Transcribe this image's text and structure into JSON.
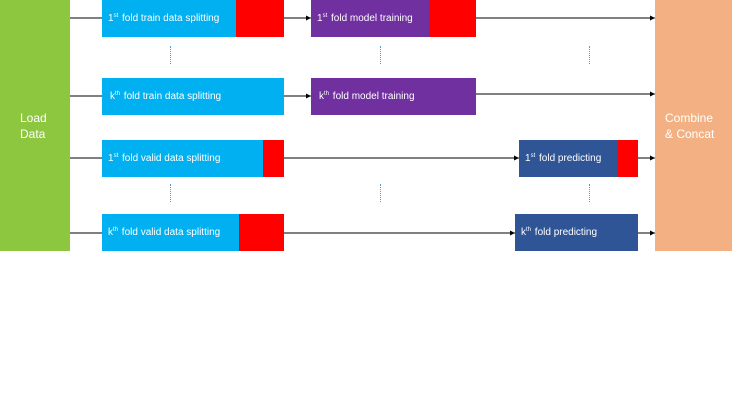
{
  "colors": {
    "load": "#8dc63f",
    "combine": "#f3b083",
    "split": "#00b0f0",
    "train": "#7030a0",
    "predict": "#2f5597",
    "tail": "#ff0000",
    "line": "#000000"
  },
  "load_block": {
    "label": "Load\nData"
  },
  "combine_block": {
    "label": "Combine\n& Concat"
  },
  "train_split": {
    "first": {
      "index": "1",
      "ord": "st",
      "text": " fold train data splitting"
    },
    "last": {
      "index": "k",
      "ord": "th",
      "text": " fold train data splitting"
    }
  },
  "model_training": {
    "first": {
      "index": "1",
      "ord": "st",
      "text": " fold model training"
    },
    "last": {
      "index": "k",
      "ord": "th",
      "text": " fold model training"
    }
  },
  "valid_split": {
    "first": {
      "index": "1",
      "ord": "st",
      "text": " fold valid data splitting"
    },
    "last": {
      "index": "k",
      "ord": "th",
      "text": " fold valid data splitting"
    }
  },
  "predicting": {
    "first": {
      "index": "1",
      "ord": "st",
      "text": " fold predicting"
    },
    "last": {
      "index": "k",
      "ord": "th",
      "text": " fold predicting"
    }
  }
}
